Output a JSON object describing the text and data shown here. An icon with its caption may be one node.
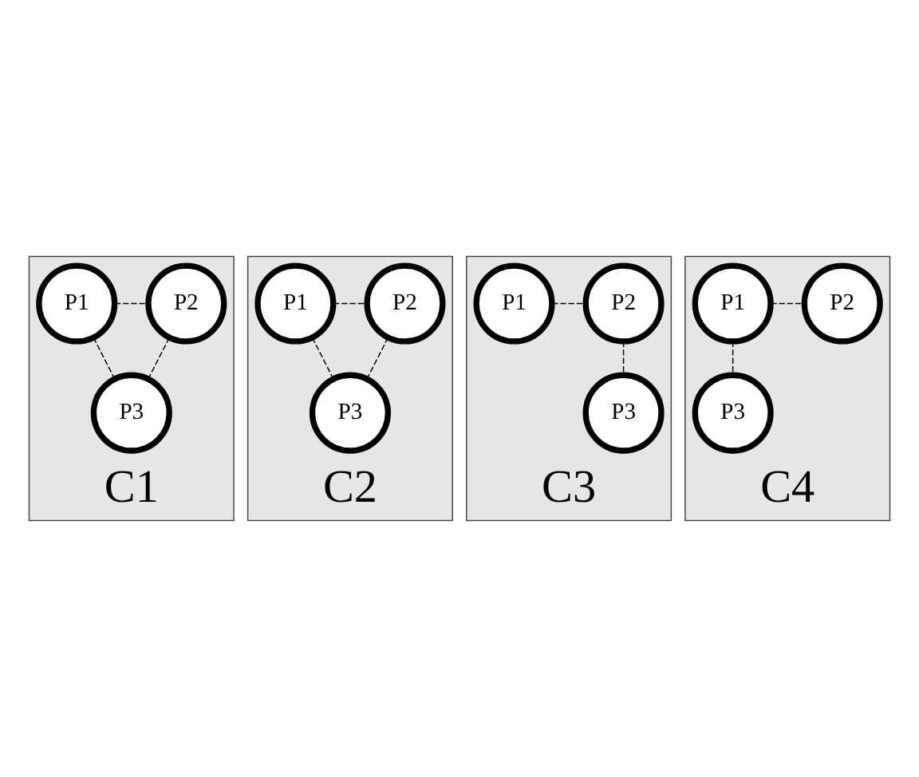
{
  "diagram": {
    "nodes": [
      {
        "text": [
          "C1"
        ]
      },
      {
        "text": [
          "P3"
        ],
        "in": 0
      },
      {
        "text": [
          "P1"
        ],
        "in": 0
      },
      {
        "text": [
          "P2"
        ],
        "in": 0
      },
      {
        "text": [
          "C2"
        ]
      },
      {
        "text": [
          "P1"
        ],
        "in": 4
      },
      {
        "text": [
          "P2"
        ],
        "in": 4
      },
      {
        "text": [
          "P3"
        ],
        "in": 4
      },
      {
        "text": [
          "C3"
        ]
      },
      {
        "text": [
          "P1"
        ],
        "in": 8
      },
      {
        "text": [
          "P2"
        ],
        "in": 8
      },
      {
        "text": [
          "P3"
        ],
        "in": 8
      },
      {
        "text": [
          "C4"
        ]
      },
      {
        "text": [
          "P1"
        ],
        "in": 12
      },
      {
        "text": [
          "P2"
        ],
        "in": 12
      },
      {
        "text": [
          "P3"
        ],
        "in": 12
      }
    ],
    "edges": [
      {
        "from": 2,
        "to": 3,
        "arrow": "none",
        "style": "dashed"
      },
      {
        "from": 2,
        "to": 1,
        "arrow": "none",
        "style": "dashed"
      },
      {
        "from": 3,
        "to": 1,
        "arrow": "none",
        "style": "dashed"
      },
      {
        "from": 5,
        "to": 6,
        "arrow": "none",
        "style": "dashed"
      },
      {
        "from": 5,
        "to": 7,
        "arrow": "none",
        "style": "dashed"
      },
      {
        "from": 6,
        "to": 7,
        "arrow": "none",
        "style": "dashed"
      },
      {
        "from": 9,
        "to": 10,
        "arrow": "none",
        "style": "dashed"
      },
      {
        "from": 10,
        "to": 11,
        "arrow": "none",
        "style": "dashed"
      },
      {
        "from": 13,
        "to": 14,
        "arrow": "none",
        "style": "dashed"
      },
      {
        "from": 13,
        "to": 15,
        "arrow": "none",
        "style": "dashed"
      }
    ]
  }
}
